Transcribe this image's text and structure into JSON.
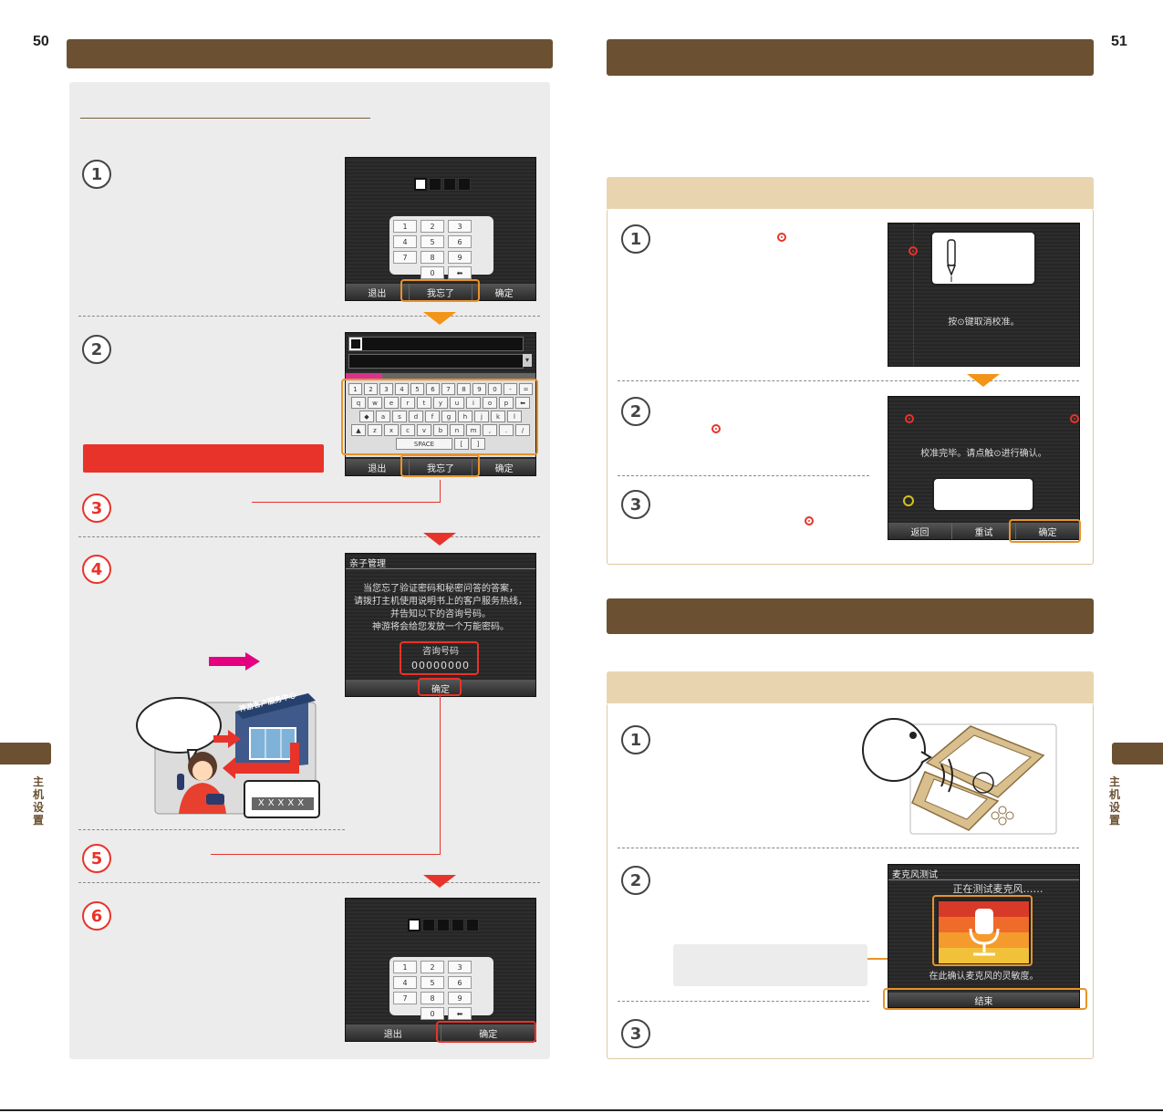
{
  "page_left": {
    "number": "50"
  },
  "page_right": {
    "number": "51"
  },
  "side_tab": {
    "text": "主机设置"
  },
  "screen1": {
    "buttons": [
      "退出",
      "我忘了",
      "确定"
    ],
    "keys": [
      "1",
      "2",
      "3",
      "4",
      "5",
      "6",
      "7",
      "8",
      "9",
      "0",
      "⬅"
    ]
  },
  "screen2": {
    "buttons": [
      "退出",
      "我忘了",
      "确定"
    ],
    "space": "SPACE",
    "keyrows": [
      [
        "1",
        "2",
        "3",
        "4",
        "5",
        "6",
        "7",
        "8",
        "9",
        "0",
        "-",
        "="
      ],
      [
        "q",
        "w",
        "e",
        "r",
        "t",
        "y",
        "u",
        "i",
        "o",
        "p",
        "⬅"
      ],
      [
        "a",
        "s",
        "d",
        "f",
        "g",
        "h",
        "j",
        "k",
        "l"
      ],
      [
        "z",
        "x",
        "c",
        "v",
        "b",
        "n",
        "m",
        ",",
        ".",
        "/"
      ]
    ]
  },
  "screen4": {
    "title": "亲子管理",
    "lines": [
      "当您忘了验证密码和秘密问答的答案，",
      "请拨打主机使用说明书上的客户服务热线，",
      "并告知以下的咨询号码。",
      "神游将会给您发放一个万能密码。"
    ],
    "code_label": "咨询号码",
    "code_value": "00000000",
    "button": "确定"
  },
  "illustration": {
    "building_sign": "神游客户服务中心",
    "code_boxes": "XXXXX"
  },
  "screen6": {
    "buttons": [
      "退出",
      "确定"
    ]
  },
  "touch_screen1": {
    "text": "按⊙键取消校准。"
  },
  "touch_screen2": {
    "text": "校准完毕。请点触⊙进行确认。",
    "buttons": [
      "返回",
      "重试",
      "确定"
    ]
  },
  "mic_screen": {
    "title": "麦克风测试",
    "status": "正在测试麦克风……",
    "hint": "在此确认麦克风的灵敏度。",
    "button": "结束"
  }
}
